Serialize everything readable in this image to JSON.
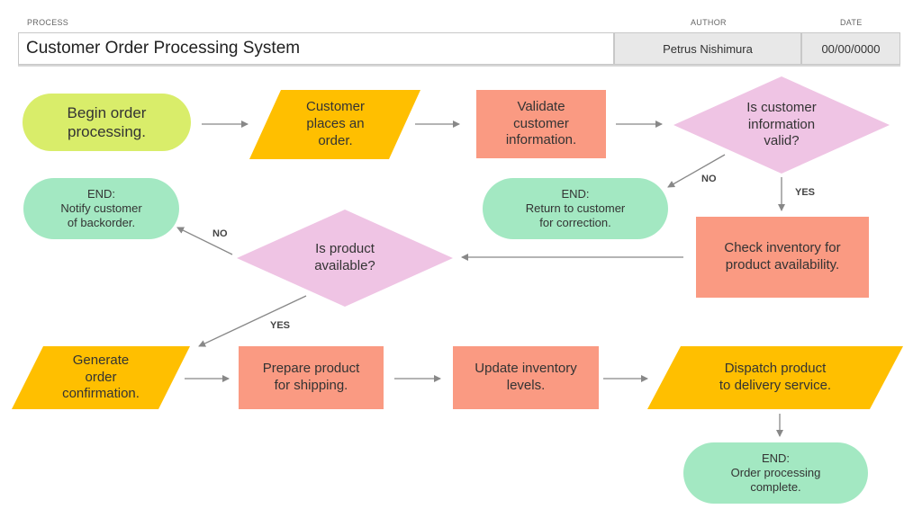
{
  "header": {
    "process_label": "PROCESS",
    "author_label": "AUTHOR",
    "date_label": "DATE",
    "title": "Customer Order Processing System",
    "author": "Petrus Nishimura",
    "date": "00/00/0000"
  },
  "colors": {
    "start": "#d9ed6a",
    "io": "#ffbf00",
    "process": "#fa9a82",
    "decision": "#efc4e4",
    "end": "#a3e8c2",
    "arrow": "#888888"
  },
  "nodes": {
    "begin": "Begin order\nprocessing.",
    "customer_places": "Customer\nplaces an\norder.",
    "validate": "Validate\ncustomer\ninformation.",
    "info_valid": "Is customer\ninformation\nvalid?",
    "end_return": "END:\nReturn to customer\nfor correction.",
    "check_inventory": "Check inventory for\nproduct availability.",
    "product_available": "Is product\navailable?",
    "end_backorder": "END:\nNotify customer\nof backorder.",
    "generate_confirmation": "Generate\norder\nconfirmation.",
    "prepare_shipping": "Prepare product\nfor shipping.",
    "update_inventory": "Update inventory\nlevels.",
    "dispatch": "Dispatch product\nto delivery service.",
    "end_complete": "END:\nOrder processing\ncomplete."
  },
  "branch_labels": {
    "valid_no": "NO",
    "valid_yes": "YES",
    "available_no": "NO",
    "available_yes": "YES"
  }
}
